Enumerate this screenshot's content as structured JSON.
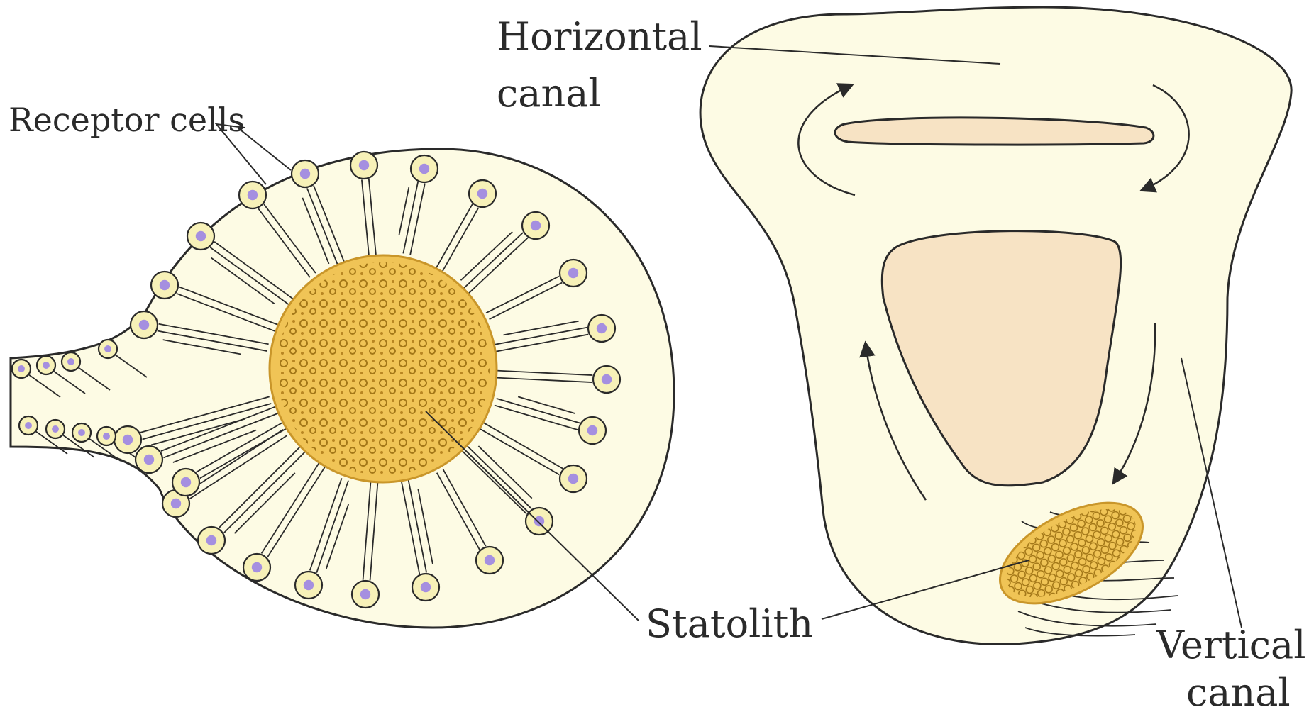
{
  "labels": {
    "receptor_cells": "Receptor cells",
    "horizontal_canal_line1": "Horizontal",
    "horizontal_canal_line2": "canal",
    "statolith": "Statolith",
    "vertical_canal_line1": "Vertical",
    "vertical_canal_line2": "canal"
  },
  "colors": {
    "fluid": "#fdfbe4",
    "statolith": "#f0c456",
    "statolith_dark": "#c9962a",
    "cell_fill": "#f7f1b8",
    "nucleus": "#a58fe0",
    "cavity": "#f7e3c4",
    "ink": "#2a2a2a"
  }
}
